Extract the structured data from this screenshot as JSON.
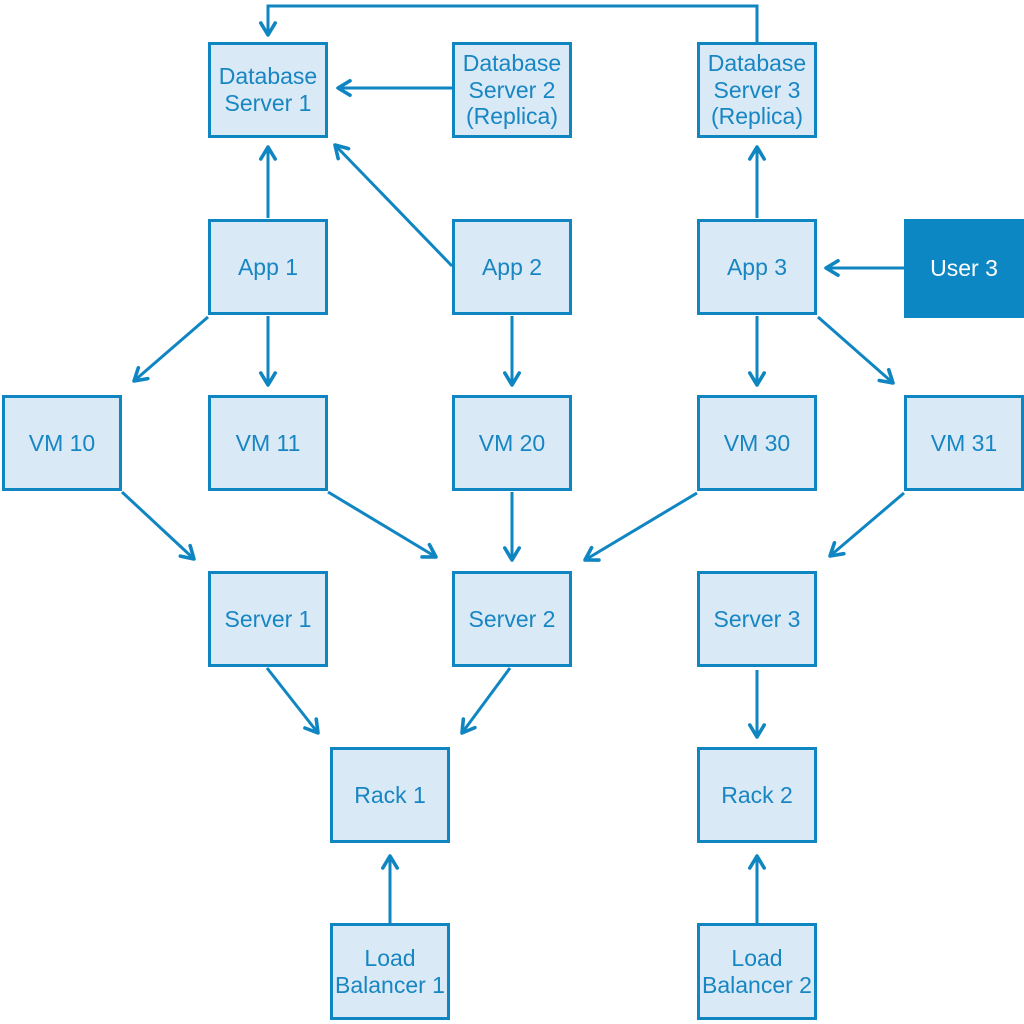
{
  "diagram": {
    "type": "infrastructure-flow-diagram",
    "colors": {
      "accent": "#0f86c2",
      "node_fill": "#d9e9f6",
      "node_border": "#0f86c2",
      "node_text": "#1786c2",
      "user_node_fill": "#0d87c4",
      "user_node_text": "#ffffff",
      "background": "#ffffff"
    },
    "nodes": [
      {
        "id": "db1",
        "label": "Database Server 1"
      },
      {
        "id": "db2",
        "label": "Database Server 2 (Replica)"
      },
      {
        "id": "db3",
        "label": "Database Server 3 (Replica)"
      },
      {
        "id": "app1",
        "label": "App 1"
      },
      {
        "id": "app2",
        "label": "App 2"
      },
      {
        "id": "app3",
        "label": "App 3"
      },
      {
        "id": "user3",
        "label": "User 3"
      },
      {
        "id": "vm10",
        "label": "VM 10"
      },
      {
        "id": "vm11",
        "label": "VM 11"
      },
      {
        "id": "vm20",
        "label": "VM 20"
      },
      {
        "id": "vm30",
        "label": "VM 30"
      },
      {
        "id": "vm31",
        "label": "VM 31"
      },
      {
        "id": "server1",
        "label": "Server 1"
      },
      {
        "id": "server2",
        "label": "Server 2"
      },
      {
        "id": "server3",
        "label": "Server 3"
      },
      {
        "id": "rack1",
        "label": "Rack 1"
      },
      {
        "id": "rack2",
        "label": "Rack 2"
      },
      {
        "id": "lb1",
        "label": "Load Balancer 1"
      },
      {
        "id": "lb2",
        "label": "Load Balancer 2"
      }
    ],
    "edges": [
      {
        "from": "db3",
        "to": "db1"
      },
      {
        "from": "db2",
        "to": "db1"
      },
      {
        "from": "app1",
        "to": "db1"
      },
      {
        "from": "app2",
        "to": "db1"
      },
      {
        "from": "app3",
        "to": "db3"
      },
      {
        "from": "user3",
        "to": "app3"
      },
      {
        "from": "app1",
        "to": "vm10"
      },
      {
        "from": "app1",
        "to": "vm11"
      },
      {
        "from": "app2",
        "to": "vm20"
      },
      {
        "from": "app3",
        "to": "vm30"
      },
      {
        "from": "app3",
        "to": "vm31"
      },
      {
        "from": "vm10",
        "to": "server1"
      },
      {
        "from": "vm11",
        "to": "server2"
      },
      {
        "from": "vm20",
        "to": "server2"
      },
      {
        "from": "vm30",
        "to": "server2"
      },
      {
        "from": "vm31",
        "to": "server3"
      },
      {
        "from": "server1",
        "to": "rack1"
      },
      {
        "from": "server2",
        "to": "rack1"
      },
      {
        "from": "server3",
        "to": "rack2"
      },
      {
        "from": "lb1",
        "to": "rack1"
      },
      {
        "from": "lb2",
        "to": "rack2"
      }
    ]
  }
}
